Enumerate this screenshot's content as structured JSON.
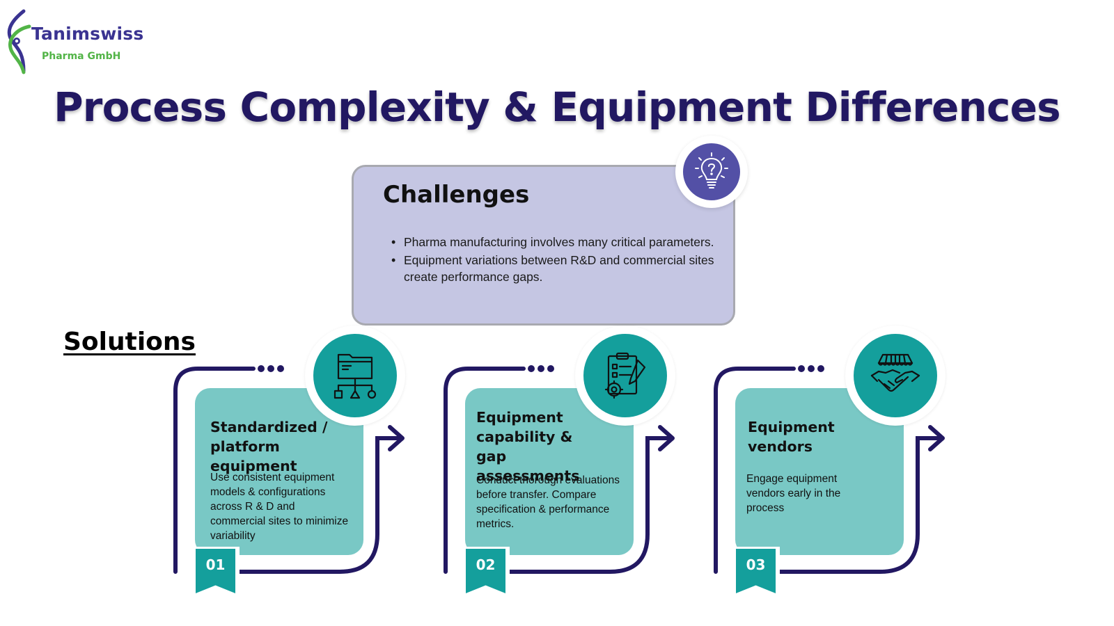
{
  "brand": {
    "name": "Tanimswiss",
    "subtitle": "Pharma GmbH",
    "logo_icon": "dna-helix-icon",
    "colors": {
      "name": "#3a3391",
      "subtitle": "#52b447"
    }
  },
  "title": "Process Complexity & Equipment Differences",
  "challenges": {
    "heading": "Challenges",
    "icon": "lightbulb-question-icon",
    "items": [
      "Pharma manufacturing involves many critical parameters.",
      "Equipment variations between R&D and commercial sites create performance gaps."
    ]
  },
  "solutions": {
    "heading": "Solutions",
    "items": [
      {
        "number": "01",
        "title": "Standardized / platform equipment",
        "text": "Use consistent equipment models & configurations across R & D and commercial sites to minimize variability",
        "icon": "folder-hierarchy-icon"
      },
      {
        "number": "02",
        "title": "Equipment capability & gap assessments",
        "text": "Conduct thorough evaluations before transfer. Compare specification & performance metrics.",
        "icon": "clipboard-checklist-gear-icon"
      },
      {
        "number": "03",
        "title": "Equipment vendors",
        "text": "Engage equipment vendors early in the process",
        "icon": "handshake-storefront-icon"
      }
    ]
  },
  "colors": {
    "title": "#221862",
    "challenges_bg": "#c5c6e3",
    "challenges_icon_bg": "#5350a6",
    "card_bg": "#79c8c5",
    "accent_teal": "#149f9c",
    "track": "#221862"
  }
}
